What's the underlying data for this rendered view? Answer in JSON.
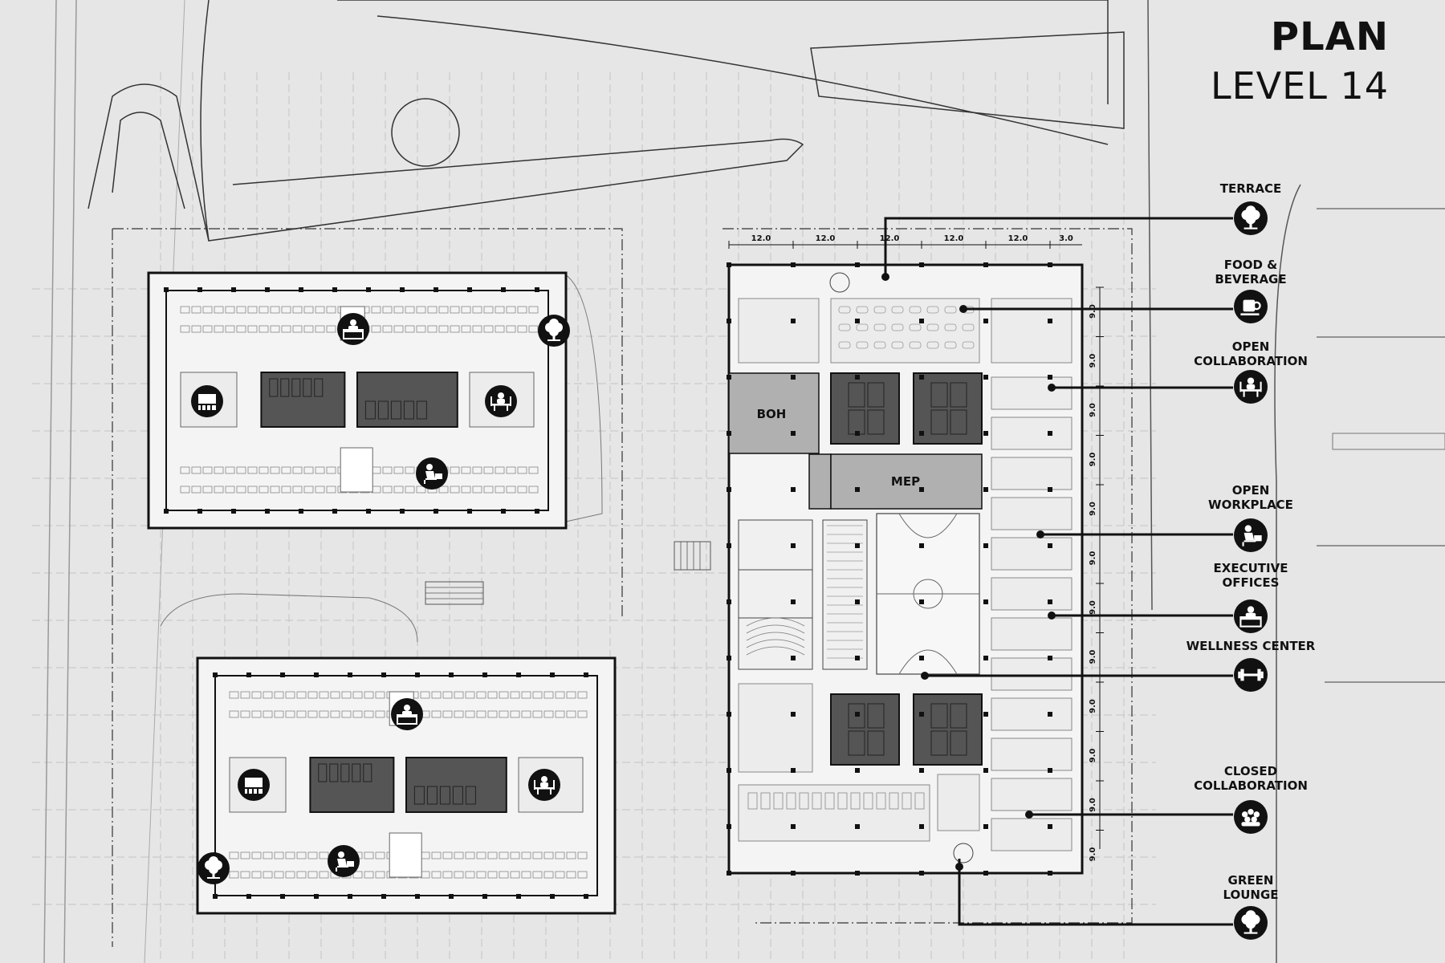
{
  "title": {
    "plan": "PLAN",
    "level": "LEVEL 14"
  },
  "dimensions": {
    "bays": [
      "12.0",
      "12.0",
      "12.0",
      "12.0",
      "12.0",
      "3.0"
    ],
    "rows": [
      "9.0",
      "9.0",
      "9.0",
      "9.0",
      "9.0",
      "9.0",
      "9.0",
      "9.0",
      "9.0",
      "9.0",
      "9.0",
      "9.0"
    ]
  },
  "rooms": {
    "boh": "BOH",
    "mep": "MEP"
  },
  "legend": [
    {
      "id": "terrace",
      "lines": [
        "TERRACE"
      ],
      "icon": "tree-icon"
    },
    {
      "id": "food-beverage",
      "lines": [
        "FOOD &",
        "BEVERAGE"
      ],
      "icon": "coffee-cup-icon"
    },
    {
      "id": "open-collaboration",
      "lines": [
        "OPEN",
        "COLLABORATION"
      ],
      "icon": "collaboration-icon"
    },
    {
      "id": "open-workplace",
      "lines": [
        "OPEN",
        "WORKPLACE"
      ],
      "icon": "workplace-icon"
    },
    {
      "id": "executive-offices",
      "lines": [
        "EXECUTIVE",
        "OFFICES"
      ],
      "icon": "executive-icon"
    },
    {
      "id": "wellness-center",
      "lines": [
        "WELLNESS CENTER"
      ],
      "icon": "dumbbell-icon"
    },
    {
      "id": "closed-collaboration",
      "lines": [
        "CLOSED",
        "COLLABORATION"
      ],
      "icon": "group-icon"
    },
    {
      "id": "green-lounge",
      "lines": [
        "GREEN",
        "LOUNGE"
      ],
      "icon": "tree-icon"
    }
  ],
  "colors": {
    "background": "#e6e6e6",
    "line": "#111111",
    "core": "#555555",
    "service": "#b0b0b0"
  }
}
